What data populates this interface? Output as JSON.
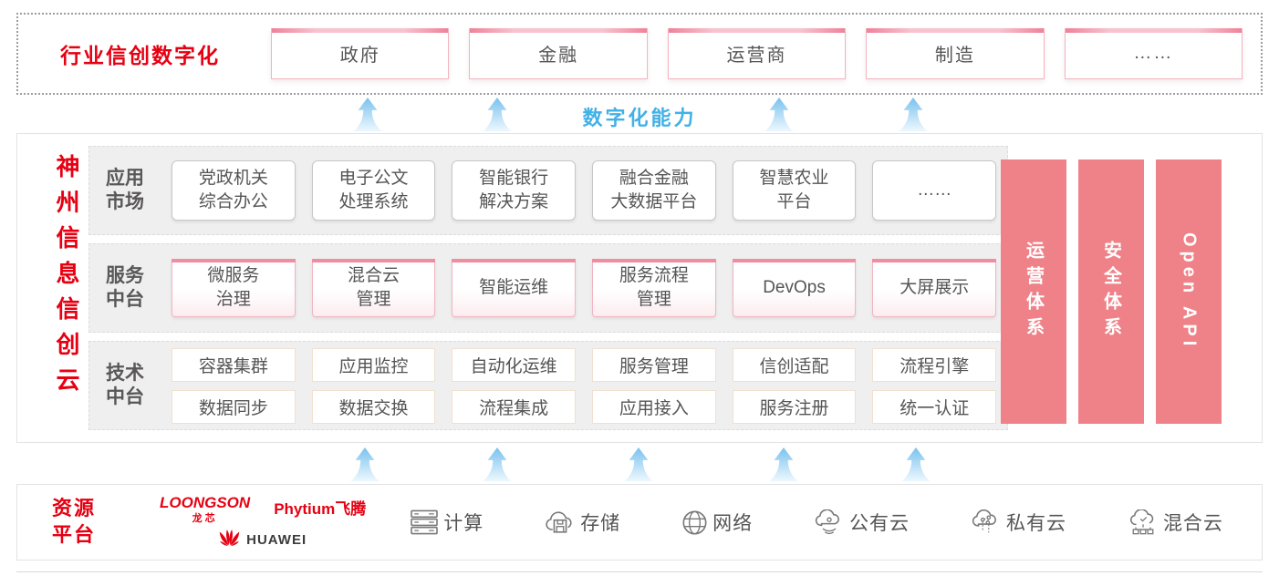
{
  "top_banner": {
    "label": "行业信创数字化",
    "industries": [
      "政府",
      "金融",
      "运营商",
      "制造",
      "……"
    ]
  },
  "capability_label": "数字化能力",
  "platform": {
    "vertical_title": "神州信息信创云",
    "app_row": {
      "label": "应用\n市场",
      "items": [
        "党政机关\n综合办公",
        "电子公文\n处理系统",
        "智能银行\n解决方案",
        "融合金融\n大数据平台",
        "智慧农业\n平台",
        "……"
      ]
    },
    "service_row": {
      "label": "服务\n中台",
      "items": [
        "微服务\n治理",
        "混合云\n管理",
        "智能运维",
        "服务流程\n管理",
        "DevOps",
        "大屏展示"
      ]
    },
    "tech_row": {
      "label": "技术\n中台",
      "line1": [
        "容器集群",
        "应用监控",
        "自动化运维",
        "服务管理",
        "信创适配",
        "流程引擎"
      ],
      "line2": [
        "数据同步",
        "数据交换",
        "流程集成",
        "应用接入",
        "服务注册",
        "统一认证"
      ]
    },
    "pillars": [
      "运营体系",
      "安全体系",
      "Open API"
    ]
  },
  "resources": {
    "label": "资源\n平台",
    "vendors": {
      "loongson": "LOONGSON",
      "loongson_cn": "龙芯",
      "phytium": "Phytium飞腾",
      "huawei": "HUAWEI"
    },
    "items": [
      {
        "icon": "server-icon",
        "label": "计算"
      },
      {
        "icon": "storage-cloud-icon",
        "label": "存储"
      },
      {
        "icon": "network-globe-icon",
        "label": "网络"
      },
      {
        "icon": "public-cloud-icon",
        "label": "公有云"
      },
      {
        "icon": "private-cloud-icon",
        "label": "私有云"
      },
      {
        "icon": "hybrid-cloud-icon",
        "label": "混合云"
      }
    ]
  },
  "colors": {
    "accent_red": "#e60012",
    "pillar_pink": "#ee8288",
    "capability_blue": "#41b1e6"
  }
}
